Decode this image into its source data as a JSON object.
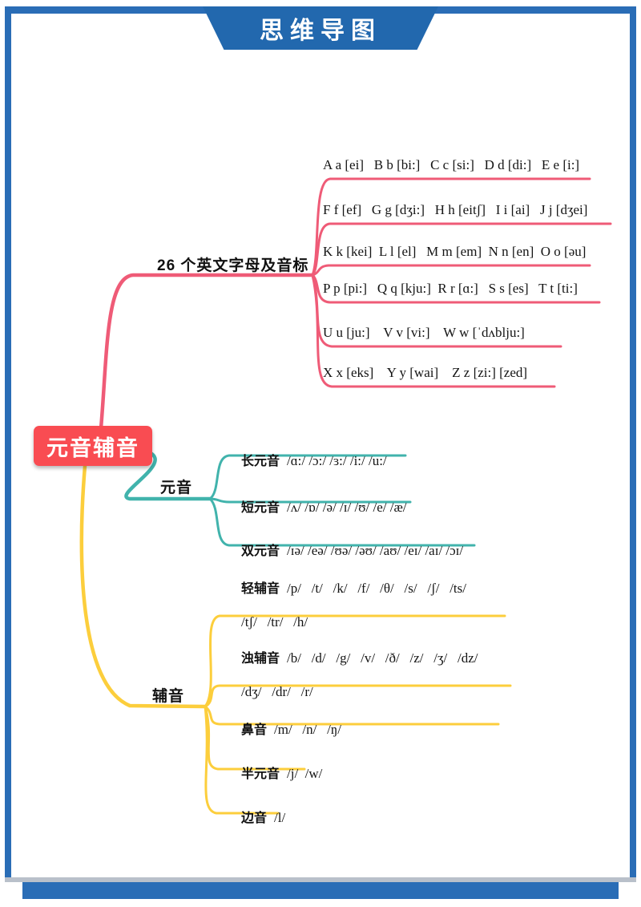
{
  "page": {
    "banner_title": "思维导图"
  },
  "colors": {
    "frame_blue": "#2a6db6",
    "banner_blue": "#2268ae",
    "root_red": "#f94c52",
    "branch_pink": "#ef5b77",
    "branch_teal": "#41b3ac",
    "branch_yellow": "#fcce3c",
    "footer_gray": "#b9c0ca",
    "text_black": "#141414"
  },
  "mindmap": {
    "root": {
      "label": "元音辅音"
    },
    "branches": [
      {
        "label": "26 个英文字母及音标",
        "leaves": [
          {
            "text": "A a [ei]   B b [bi:]   C c [si:]   D d [di:]   E e [i:]"
          },
          {
            "text": "F f [ef]   G g [dʒi:]   H h [eitʃ]   I i [ai]   J j [dʒei]"
          },
          {
            "text": "K k [kei]  L l [el]   M m [em]  N n [en]  O o [əu]"
          },
          {
            "text": "P p [pi:]   Q q [kju:]  R r [ɑ:]   S s [es]   T t [ti:]"
          },
          {
            "text": "U u [ju:]    V v [vi:]    W w [ˈdʌblju:]"
          },
          {
            "text": "X x [eks]    Y y [wai]    Z z [zi:] [zed]"
          }
        ]
      },
      {
        "label": "元音",
        "leaves": [
          {
            "label": "长元音",
            "text": "/ɑ:/ /ɔ:/ /ɜ:/ /i:/ /u:/"
          },
          {
            "label": "短元音",
            "text": "/ʌ/ /ɒ/ /ə/ /ɪ/ /ʊ/ /e/ /æ/"
          },
          {
            "label": "双元音",
            "text": "/ɪə/ /eə/ /ʊə/ /əʊ/ /aʊ/ /eɪ/ /aɪ/ /ɔɪ/"
          }
        ]
      },
      {
        "label": "辅音",
        "leaves": [
          {
            "label": "轻辅音",
            "text": "/p/   /t/   /k/   /f/   /θ/   /s/   /ʃ/   /ts/",
            "text2": "/tʃ/   /tr/   /h/"
          },
          {
            "label": "浊辅音",
            "text": "/b/   /d/   /g/   /v/   /ð/   /z/   /ʒ/   /dz/",
            "text2": "/dʒ/   /dr/   /r/"
          },
          {
            "label": "鼻音",
            "text": "/m/   /n/   /ŋ/"
          },
          {
            "label": "半元音",
            "text": "/j/  /w/"
          },
          {
            "label": "边音",
            "text": "/l/"
          }
        ]
      }
    ]
  }
}
